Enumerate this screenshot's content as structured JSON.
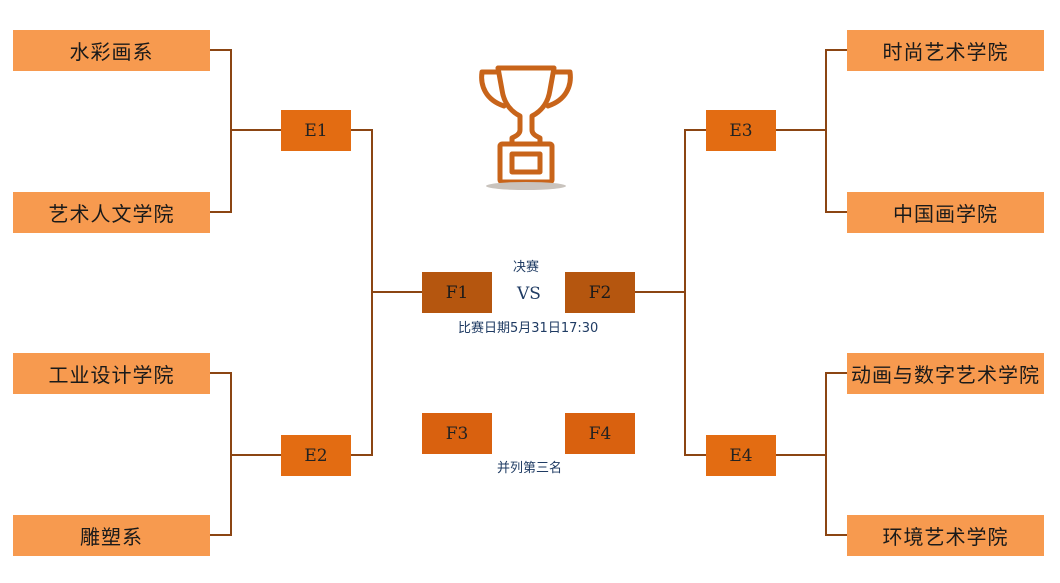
{
  "left_teams": [
    "水彩画系",
    "艺术人文学院",
    "工业设计学院",
    "雕塑系"
  ],
  "right_teams": [
    "时尚艺术学院",
    "中国画学院",
    "动画与数字艺术学院",
    "环境艺术学院"
  ],
  "matches": {
    "e1": "E1",
    "e2": "E2",
    "e3": "E3",
    "e4": "E4"
  },
  "final": {
    "title": "决赛",
    "left": "F1",
    "vs": "VS",
    "right": "F2",
    "date": "比赛日期5月31日17:30"
  },
  "third_place": {
    "left": "F3",
    "right": "F4",
    "label": "并列第三名"
  },
  "colors": {
    "team": "#f79a4f",
    "match": "#e36c12",
    "final": "#b5560f",
    "line": "#8b4513",
    "label": "#1f3b63"
  },
  "icons": {
    "trophy": "trophy-icon"
  }
}
